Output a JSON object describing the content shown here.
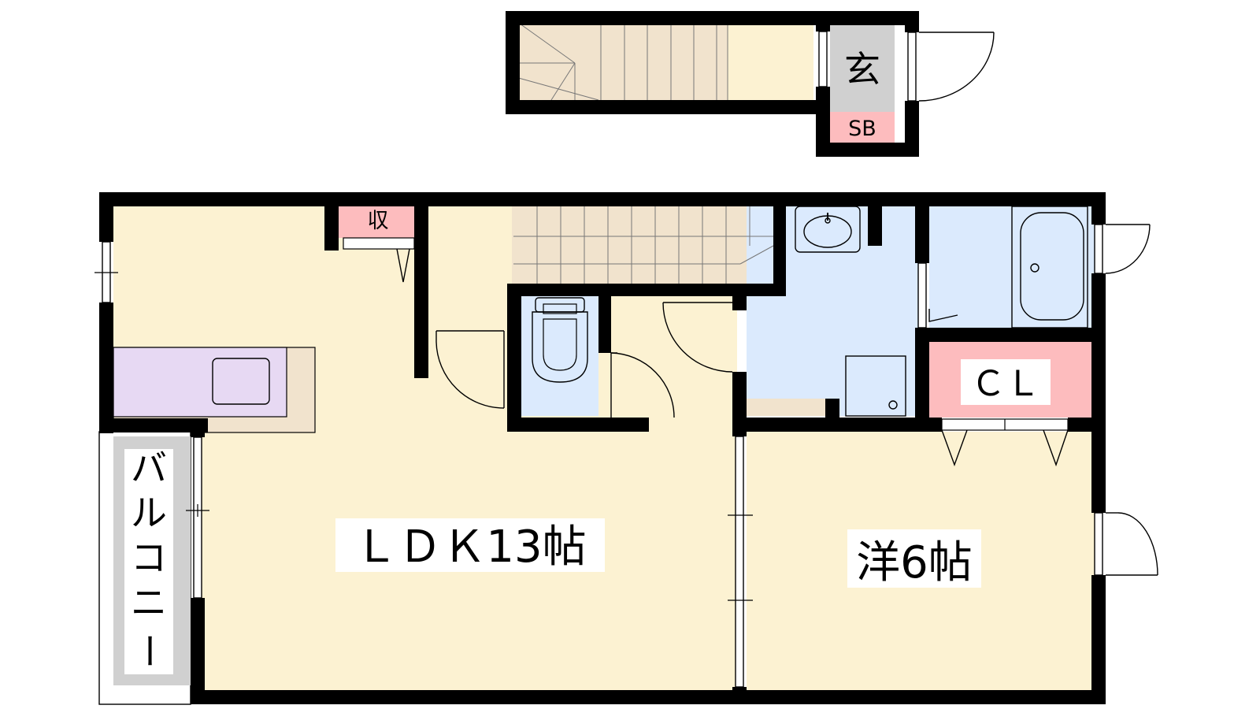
{
  "floorplan": {
    "rooms": {
      "ldk": "ＬＤＫ13帖",
      "western": "洋6帖",
      "closet": "ＣＬ",
      "storage": "収",
      "entrance": "玄",
      "shoebox": "SB",
      "balcony": [
        "バ",
        "ル",
        "コ",
        "ニ",
        "ー"
      ]
    },
    "colors": {
      "wall": "#000000",
      "floor": "#fcf2d2",
      "wet_area": "#dbeafd",
      "stairs": "#f1e3cd",
      "kitchen": "#e7d9f3",
      "closet": "#fdbcbe",
      "entrance": "#d0d0d0",
      "balcony": "#d0d0d0"
    }
  }
}
